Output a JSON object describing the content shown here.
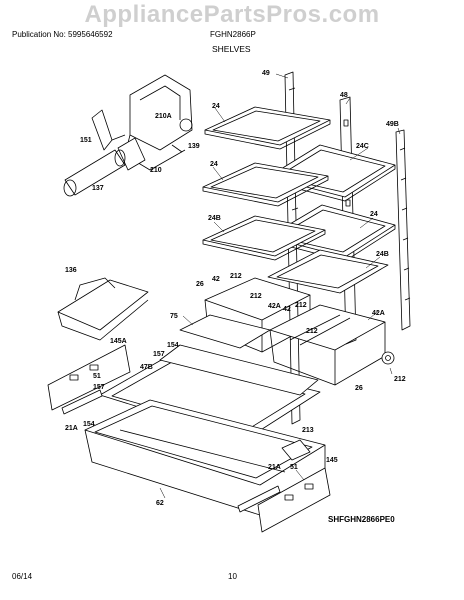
{
  "watermark": "AppliancePartsPros.com",
  "header": {
    "publication": "Publication No: 5995646592",
    "model": "FGHN2866P",
    "section": "SHELVES"
  },
  "callouts": {
    "c49": "49",
    "c48": "48",
    "c49B": "49B",
    "c24a": "24",
    "c24b": "24",
    "c24c": "24",
    "c24C": "24C",
    "c24B_left": "24B",
    "c24B_right": "24B",
    "c210A": "210A",
    "c151": "151",
    "c139": "139",
    "c210": "210",
    "c137": "137",
    "c136": "136",
    "c42a": "42",
    "c212a": "212",
    "c212b": "212",
    "c212c": "212",
    "c212d": "212",
    "c212e": "212",
    "c42A_a": "42A",
    "c42b": "42",
    "c42A_b": "42A",
    "c26a": "26",
    "c26b": "26",
    "c75": "75",
    "c145A": "145A",
    "c154a": "154",
    "c157a": "157",
    "c47B": "47B",
    "c51a": "51",
    "c157b": "157",
    "c21Aa": "21A",
    "c154b": "154",
    "c213": "213",
    "c21Ab": "21A",
    "c51b": "51",
    "c145": "145",
    "c62": "62"
  },
  "diagram_code": "SHFGHN2866PE0",
  "footer": {
    "date": "06/14",
    "page": "10"
  }
}
